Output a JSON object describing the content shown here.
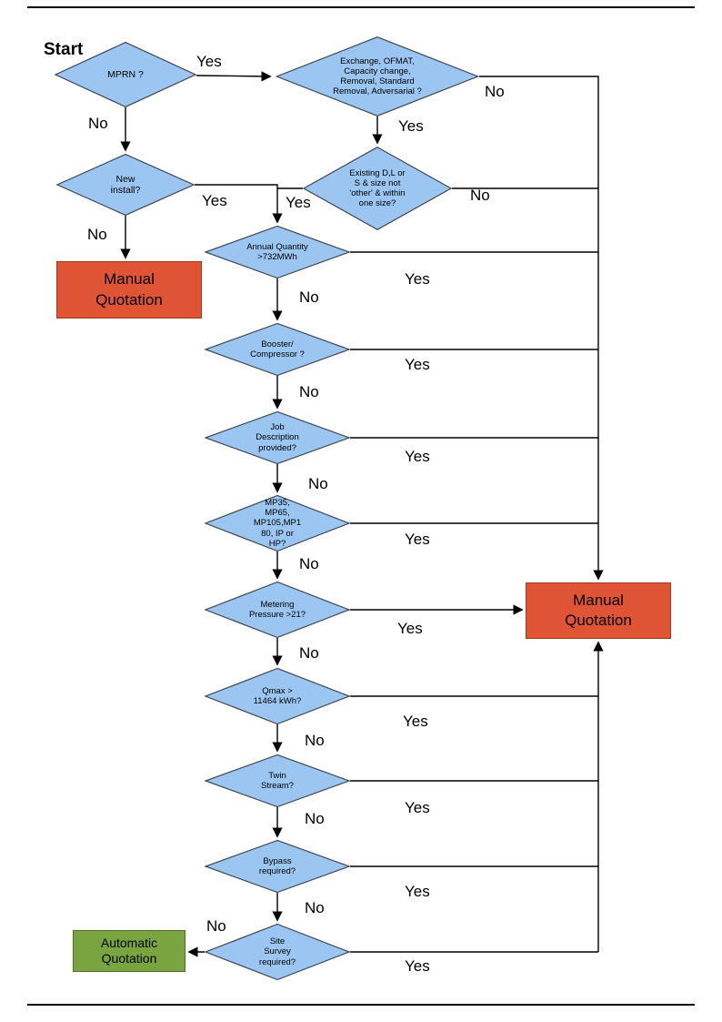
{
  "page": {
    "start_label": "Start"
  },
  "colors": {
    "decision_fill": "#9CC6F2",
    "decision_border": "#40454D",
    "manual_quotation_fill": "#DE5434",
    "automatic_quotation_fill": "#79A43F",
    "connector": "#000000"
  },
  "nodes": {
    "mprn": {
      "label": "MPRN ?"
    },
    "exchange": {
      "label": "Exchange, OFMAT, Capacity change, Removal, Standard Removal, Adversarial ?"
    },
    "existing": {
      "label": "Existing D,L or S & size not 'other' & within one size?"
    },
    "new_install": {
      "label": "New install?"
    },
    "annual": {
      "label": "Annual Quantity >732MWh"
    },
    "booster": {
      "label": "Booster/ Compressor ?"
    },
    "job_desc": {
      "label": "Job Description provided?"
    },
    "mp_type": {
      "label": "MP35, MP65, MP105,MP180, IP or HP?"
    },
    "metering": {
      "label": "Metering Pressure >21?"
    },
    "qmax": {
      "label": "Qmax > 11464 kWh?"
    },
    "twin": {
      "label": "Twin Stream?"
    },
    "bypass": {
      "label": "Bypass required?"
    },
    "site_survey": {
      "label": "Site Survey required?"
    }
  },
  "terminals": {
    "manual_left": {
      "label": "Manual Quotation"
    },
    "manual_right": {
      "label": "Manual Quotation"
    },
    "automatic": {
      "label": "Automatic Quotation"
    }
  },
  "edge_labels": {
    "mprn_yes": "Yes",
    "mprn_no": "No",
    "exchange_yes": "Yes",
    "exchange_no": "No",
    "existing_yes": "Yes",
    "existing_no": "No",
    "new_install_yes": "Yes",
    "new_install_no": "No",
    "annual_yes": "Yes",
    "annual_no": "No",
    "booster_yes": "Yes",
    "booster_no": "No",
    "job_desc_yes": "Yes",
    "job_desc_no": "No",
    "mp_type_yes": "Yes",
    "mp_type_no": "No",
    "metering_yes": "Yes",
    "metering_no": "No",
    "qmax_yes": "Yes",
    "qmax_no": "No",
    "twin_yes": "Yes",
    "twin_no": "No",
    "bypass_yes": "Yes",
    "bypass_no": "No",
    "site_survey_yes": "Yes",
    "site_survey_no": "No"
  }
}
